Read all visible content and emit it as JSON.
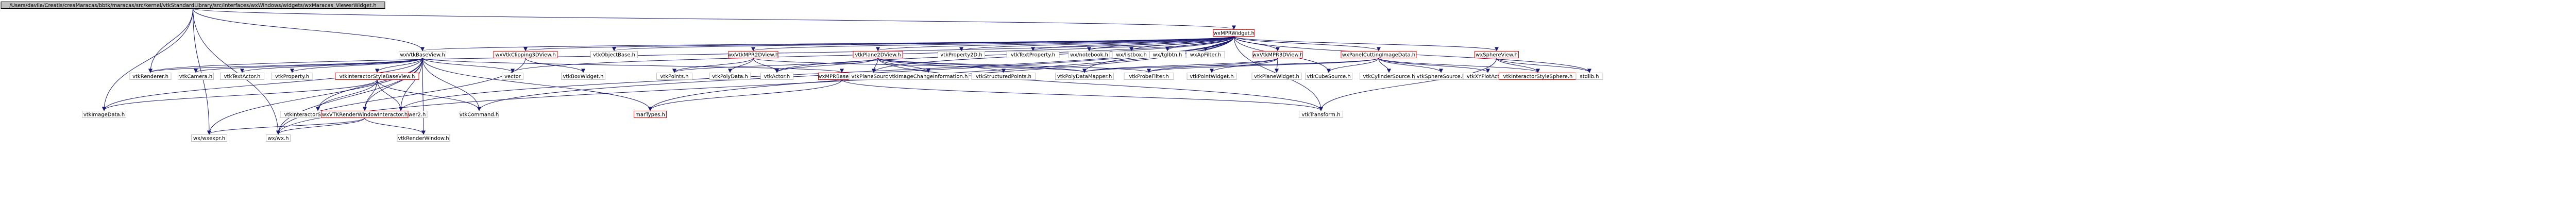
{
  "diagram": {
    "type": "include-dependency-graph",
    "colors": {
      "edge": "#191970",
      "main_fill": "#bfbfbf",
      "linked_border": "#ff0000",
      "plain_border": "#bfbfbf"
    },
    "nodes": [
      {
        "id": "root",
        "label": "/Users/davila/Creatis/creaMaracas/bbtk/maracas/src/kernel/vtkStandardLibrary/src/interfaces/wxWindows/widgets/wxMaracas_ViewerWidget.h",
        "style": "main"
      },
      {
        "id": "wxMPRWidget",
        "label": "wxMPRWidget.h",
        "style": "linked"
      },
      {
        "id": "wxVtkBaseView",
        "label": "wxVtkBaseView.h",
        "style": "plain"
      },
      {
        "id": "vtkRenderer",
        "label": "vtkRenderer.h",
        "style": "plain"
      },
      {
        "id": "vtkImageData",
        "label": "vtkImageData.h",
        "style": "plain"
      },
      {
        "id": "wxexpr",
        "label": "wx/wxexpr.h",
        "style": "plain"
      },
      {
        "id": "wxwx",
        "label": "wx/wx.h",
        "style": "plain"
      },
      {
        "id": "wxVtkClipping3DView",
        "label": "wxVtkClipping3DView.h",
        "style": "linked"
      },
      {
        "id": "vtkObjectBase",
        "label": "vtkObjectBase.h",
        "style": "plain"
      },
      {
        "id": "wxVtkMPR2DView",
        "label": "wxVtkMPR2DView.h",
        "style": "linked"
      },
      {
        "id": "vtkPlane2DView",
        "label": "vtkPlane2DView.h",
        "style": "linked"
      },
      {
        "id": "vtkProperty2D",
        "label": "vtkProperty2D.h",
        "style": "plain"
      },
      {
        "id": "vtkTextProperty",
        "label": "vtkTextProperty.h",
        "style": "plain"
      },
      {
        "id": "wxnotebook",
        "label": "wx/notebook.h",
        "style": "plain"
      },
      {
        "id": "wxlistbox",
        "label": "wx/listbox.h",
        "style": "plain"
      },
      {
        "id": "wxtglbtn",
        "label": "wx/tglbtn.h",
        "style": "plain"
      },
      {
        "id": "wxApFilter",
        "label": "wxApFilter.h",
        "style": "plain"
      },
      {
        "id": "wxVtkMPR3DView",
        "label": "wxVtkMPR3DView.h",
        "style": "linked"
      },
      {
        "id": "wxPanelCuttingImageData",
        "label": "wxPanelCuttingImageData.h",
        "style": "linked"
      },
      {
        "id": "wxSphereView",
        "label": "wxSphereView.h",
        "style": "linked"
      },
      {
        "id": "vtkCamera",
        "label": "vtkCamera.h",
        "style": "plain"
      },
      {
        "id": "vtkTextActor",
        "label": "vtkTextActor.h",
        "style": "plain"
      },
      {
        "id": "vtkProperty",
        "label": "vtkProperty.h",
        "style": "plain"
      },
      {
        "id": "vtkInteractorStyleImage",
        "label": "vtkInteractorStyleImage.h",
        "style": "plain"
      },
      {
        "id": "vtkImageViewer2",
        "label": "vtkImageViewer2.h",
        "style": "plain"
      },
      {
        "id": "vtkCommand",
        "label": "vtkCommand.h",
        "style": "plain"
      },
      {
        "id": "vtkInteractorStyleBaseView",
        "label": "vtkInteractorStyleBaseView.h",
        "style": "linked"
      },
      {
        "id": "wxVTKRenderWindowInteractor",
        "label": "wxVTKRenderWindowInteractor.h",
        "style": "linked"
      },
      {
        "id": "vtkRenderWindow",
        "label": "vtkRenderWindow.h",
        "style": "plain"
      },
      {
        "id": "vector",
        "label": "vector",
        "style": "plain"
      },
      {
        "id": "vtkBoxWidget",
        "label": "vtkBoxWidget.h",
        "style": "plain"
      },
      {
        "id": "vtkPoints",
        "label": "vtkPoints.h",
        "style": "plain"
      },
      {
        "id": "vtkPolyData",
        "label": "vtkPolyData.h",
        "style": "plain"
      },
      {
        "id": "vtkActor",
        "label": "vtkActor.h",
        "style": "plain"
      },
      {
        "id": "wxMPRBaseData",
        "label": "wxMPRBaseData.h",
        "style": "linked"
      },
      {
        "id": "marTypes",
        "label": "marTypes.h",
        "style": "linked"
      },
      {
        "id": "vtkPlaneSource",
        "label": "vtkPlaneSource.h",
        "style": "plain"
      },
      {
        "id": "vtkImageChangeInformation",
        "label": "vtkImageChangeInformation.h",
        "style": "plain"
      },
      {
        "id": "vtkStructuredPoints",
        "label": "vtkStructuredPoints.h",
        "style": "plain"
      },
      {
        "id": "vtkPolyDataMapper",
        "label": "vtkPolyDataMapper.h",
        "style": "plain"
      },
      {
        "id": "vtkProbeFilter",
        "label": "vtkProbeFilter.h",
        "style": "plain"
      },
      {
        "id": "vtkPointWidget",
        "label": "vtkPointWidget.h",
        "style": "plain"
      },
      {
        "id": "vtkPlaneWidget",
        "label": "vtkPlaneWidget.h",
        "style": "plain"
      },
      {
        "id": "vtkCubeSource",
        "label": "vtkCubeSource.h",
        "style": "plain"
      },
      {
        "id": "vtkCylinderSource",
        "label": "vtkCylinderSource.h",
        "style": "plain"
      },
      {
        "id": "vtkSphereSource",
        "label": "vtkSphereSource.h",
        "style": "plain"
      },
      {
        "id": "vtkXYPlotActor",
        "label": "vtkXYPlotActor.h",
        "style": "plain"
      },
      {
        "id": "vtkInteractorStyleSphere",
        "label": "vtkInteractorStyleSphere.h",
        "style": "linked"
      },
      {
        "id": "stdlib",
        "label": "stdlib.h",
        "style": "plain"
      },
      {
        "id": "vtkTransform",
        "label": "vtkTransform.h",
        "style": "plain"
      }
    ],
    "edges": [
      [
        "root",
        "wxMPRWidget"
      ],
      [
        "root",
        "wxVtkBaseView"
      ],
      [
        "root",
        "vtkRenderer"
      ],
      [
        "root",
        "vtkImageData"
      ],
      [
        "root",
        "wxexpr"
      ],
      [
        "root",
        "wxwx"
      ],
      [
        "wxMPRWidget",
        "wxVtkClipping3DView"
      ],
      [
        "wxMPRWidget",
        "vtkObjectBase"
      ],
      [
        "wxMPRWidget",
        "wxVtkMPR2DView"
      ],
      [
        "wxMPRWidget",
        "vtkPlane2DView"
      ],
      [
        "wxMPRWidget",
        "vtkProperty2D"
      ],
      [
        "wxMPRWidget",
        "vtkTextProperty"
      ],
      [
        "wxMPRWidget",
        "wxnotebook"
      ],
      [
        "wxMPRWidget",
        "wxlistbox"
      ],
      [
        "wxMPRWidget",
        "wxtglbtn"
      ],
      [
        "wxMPRWidget",
        "wxApFilter"
      ],
      [
        "wxMPRWidget",
        "wxVtkMPR3DView"
      ],
      [
        "wxMPRWidget",
        "wxPanelCuttingImageData"
      ],
      [
        "wxMPRWidget",
        "wxSphereView"
      ],
      [
        "wxMPRWidget",
        "stdlib"
      ],
      [
        "wxMPRWidget",
        "wxVtkBaseView"
      ],
      [
        "wxMPRWidget",
        "vtkRenderer"
      ],
      [
        "wxMPRWidget",
        "wxwx"
      ],
      [
        "wxMPRWidget",
        "vtkImageViewer2"
      ],
      [
        "wxMPRWidget",
        "vtkCommand"
      ],
      [
        "wxMPRWidget",
        "vector"
      ],
      [
        "wxMPRWidget",
        "vtkPolyDataMapper"
      ],
      [
        "wxMPRWidget",
        "vtkCubeSource"
      ],
      [
        "wxMPRWidget",
        "vtkActor"
      ],
      [
        "wxMPRWidget",
        "marTypes"
      ],
      [
        "wxMPRWidget",
        "vtkTransform"
      ],
      [
        "wxMPRWidget",
        "vtkPlaneSource"
      ],
      [
        "wxVtkBaseView",
        "vtkRenderer"
      ],
      [
        "wxVtkBaseView",
        "vtkCamera"
      ],
      [
        "wxVtkBaseView",
        "vtkTextActor"
      ],
      [
        "wxVtkBaseView",
        "vtkProperty"
      ],
      [
        "wxVtkBaseView",
        "vtkInteractorStyleBaseView"
      ],
      [
        "wxVtkBaseView",
        "wxVTKRenderWindowInteractor"
      ],
      [
        "wxVtkBaseView",
        "vtkImageViewer2"
      ],
      [
        "wxVtkBaseView",
        "vtkInteractorStyleImage"
      ],
      [
        "wxVtkBaseView",
        "vtkImageData"
      ],
      [
        "wxVtkBaseView",
        "vector"
      ],
      [
        "wxVtkBaseView",
        "wxwx"
      ],
      [
        "wxVtkBaseView",
        "vtkRenderWindow"
      ],
      [
        "wxVtkBaseView",
        "vtkCommand"
      ],
      [
        "wxVtkBaseView",
        "marTypes"
      ],
      [
        "wxVtkBaseView",
        "wxMPRBaseData"
      ],
      [
        "wxVtkBaseView",
        "wxexpr"
      ],
      [
        "vtkInteractorStyleBaseView",
        "vtkInteractorStyleImage"
      ],
      [
        "vtkInteractorStyleBaseView",
        "vtkImageViewer2"
      ],
      [
        "vtkInteractorStyleBaseView",
        "vtkCommand"
      ],
      [
        "vtkInteractorStyleBaseView",
        "wxVTKRenderWindowInteractor"
      ],
      [
        "vtkInteractorStyleBaseView",
        "vtkImageData"
      ],
      [
        "wxVTKRenderWindowInteractor",
        "wxwx"
      ],
      [
        "wxVTKRenderWindowInteractor",
        "vtkRenderWindow"
      ],
      [
        "wxVTKRenderWindowInteractor",
        "wxexpr"
      ],
      [
        "wxVtkClipping3DView",
        "vtkBoxWidget"
      ],
      [
        "wxVtkClipping3DView",
        "wxwx"
      ],
      [
        "wxVtkMPR2DView",
        "vtkPoints"
      ],
      [
        "wxVtkMPR2DView",
        "vtkPolyData"
      ],
      [
        "wxVtkMPR2DView",
        "vtkActor"
      ],
      [
        "wxVtkMPR2DView",
        "vtkPolyDataMapper"
      ],
      [
        "wxMPRBaseData",
        "marTypes"
      ],
      [
        "wxMPRBaseData",
        "vtkTransform"
      ],
      [
        "vtkPlane2DView",
        "vtkPlaneSource"
      ],
      [
        "vtkPlane2DView",
        "vtkImageChangeInformation"
      ],
      [
        "vtkPlane2DView",
        "vtkStructuredPoints"
      ],
      [
        "vtkPlane2DView",
        "vtkPolyDataMapper"
      ],
      [
        "vtkPlane2DView",
        "vtkProbeFilter"
      ],
      [
        "vtkPlane2DView",
        "vtkPoints"
      ],
      [
        "vtkPlane2DView",
        "vtkActor"
      ],
      [
        "vtkPlane2DView",
        "vtkTransform"
      ],
      [
        "wxVtkMPR3DView",
        "vtkPointWidget"
      ],
      [
        "wxVtkMPR3DView",
        "vtkPlaneWidget"
      ],
      [
        "wxVtkMPR3DView",
        "vtkProbeFilter"
      ],
      [
        "wxVtkMPR3DView",
        "vtkPolyDataMapper"
      ],
      [
        "wxPanelCuttingImageData",
        "vtkCubeSource"
      ],
      [
        "wxPanelCuttingImageData",
        "vtkCylinderSource"
      ],
      [
        "wxPanelCuttingImageData",
        "vtkSphereSource"
      ],
      [
        "wxPanelCuttingImageData",
        "vtkXYPlotActor"
      ],
      [
        "wxPanelCuttingImageData",
        "vtkInteractorStyleSphere"
      ],
      [
        "wxPanelCuttingImageData",
        "vtkProbeFilter"
      ],
      [
        "wxPanelCuttingImageData",
        "vtkPolyDataMapper"
      ],
      [
        "wxSphereView",
        "vtkInteractorStyleSphere"
      ],
      [
        "wxSphereView",
        "stdlib"
      ],
      [
        "wxSphereView",
        "vtkTransform"
      ],
      [
        "vtkInteractorStyleSphere",
        "stdlib"
      ]
    ]
  }
}
